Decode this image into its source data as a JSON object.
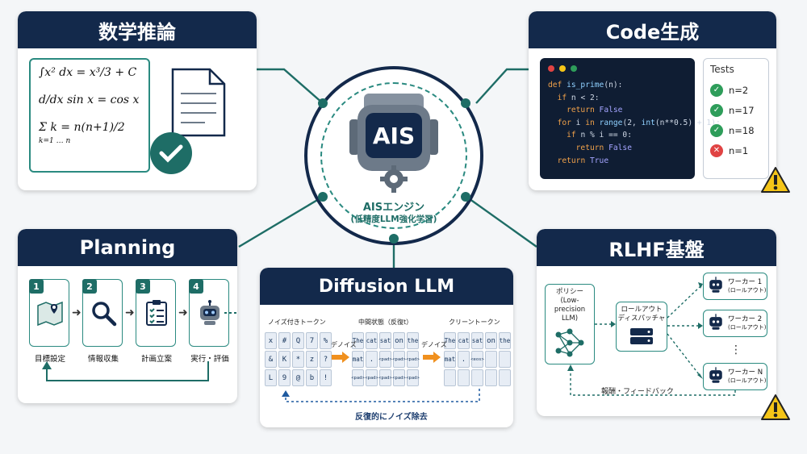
{
  "center": {
    "logo": "AIS",
    "engine_name": "AISエンジン",
    "engine_sub": "(低精度LLM強化学習)"
  },
  "math": {
    "title": "数学推論",
    "eq1": "∫x² dx = x³/3 + C",
    "eq2": "d/dx sin x = cos x",
    "eq3": "Σ k = n(n+1)/2",
    "eq3_bounds": "k=1 … n"
  },
  "code": {
    "title": "Code生成",
    "lines": [
      "def is_prime(n):",
      "  if n < 2:",
      "    return False",
      "  for i in range(2, int(n**0.5) + 1):",
      "    if n % i == 0:",
      "      return False",
      "  return True"
    ],
    "tests_title": "Tests",
    "tests": [
      {
        "label": "n=2",
        "status": "pass"
      },
      {
        "label": "n=17",
        "status": "pass"
      },
      {
        "label": "n=18",
        "status": "pass"
      },
      {
        "label": "n=1",
        "status": "fail"
      }
    ],
    "colors": {
      "pass": "#2e9d5a",
      "fail": "#e04343",
      "warn": "#f5c518"
    }
  },
  "planning": {
    "title": "Planning",
    "steps": [
      {
        "num": "1",
        "label": "目標設定",
        "icon": "map-pin-icon"
      },
      {
        "num": "2",
        "label": "情報収集",
        "icon": "magnifier-icon"
      },
      {
        "num": "3",
        "label": "計画立案",
        "icon": "checklist-icon"
      },
      {
        "num": "4",
        "label": "実行・評価",
        "icon": "robot-icon"
      }
    ]
  },
  "diffusion": {
    "title": "Diffusion LLM",
    "noisy_label": "ノイズ付きトークン",
    "mid_label": "中間状態（反復t）",
    "clean_label": "クリーントークン",
    "denoise": "デノイズ",
    "noisy": [
      "x",
      "#",
      "Q",
      "7",
      "%",
      "&",
      "K",
      "*",
      "z",
      "?",
      "L",
      "9",
      "@",
      "b",
      "!"
    ],
    "mid": [
      "The",
      "cat",
      "sat",
      "on",
      "the",
      "mat",
      ".",
      "<pad>",
      "<pad>",
      "<pad>",
      "<pad>",
      "<pad>",
      "<pad>",
      "<pad>",
      "<pad>"
    ],
    "clean": [
      "The",
      "cat",
      "sat",
      "on",
      "the",
      "mat",
      ".",
      "<eos>",
      "",
      "",
      "",
      "",
      "",
      "",
      ""
    ],
    "loop_label": "反復的にノイズ除去"
  },
  "rlhf": {
    "title": "RLHF基盤",
    "policy": [
      "ポリシー",
      "(Low-precision",
      "LLM)"
    ],
    "dispatch": [
      "ロールアウト",
      "ディスパッチャ"
    ],
    "workers": [
      {
        "name": "ワーカー 1",
        "sub": "(ロールアウト)"
      },
      {
        "name": "ワーカー 2",
        "sub": "(ロールアウト)"
      },
      {
        "name": "ワーカー N",
        "sub": "(ロールアウト)"
      }
    ],
    "ellipsis": "⋮",
    "feedback": "報酬・フィードバック"
  }
}
